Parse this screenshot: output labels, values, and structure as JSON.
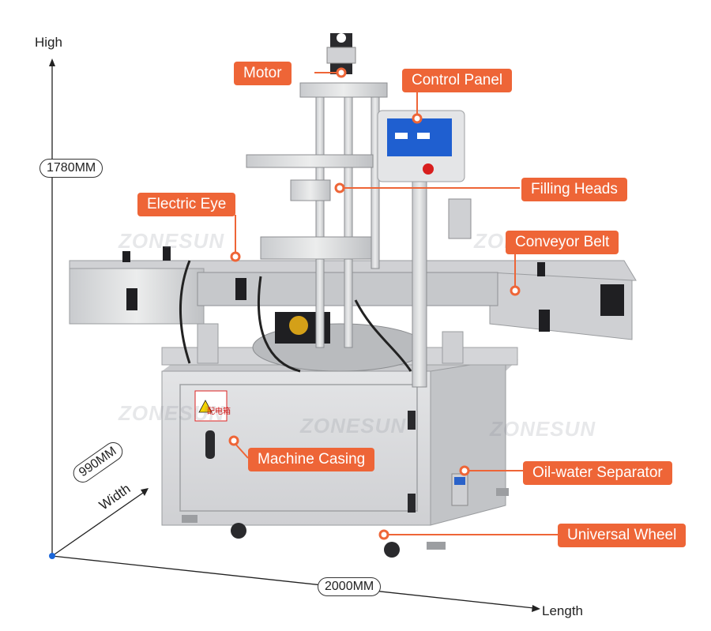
{
  "colors": {
    "accent": "#ee6537",
    "machine_body": "#d9dadc",
    "machine_dark": "#1f1f22",
    "panel_screen": "#1f5fd0"
  },
  "dimensions": {
    "high_label": "High",
    "height_value": "1780MM",
    "width_value": "990MM",
    "width_label": "Width",
    "length_value": "2000MM",
    "length_label": "Length"
  },
  "callouts": {
    "motor": "Motor",
    "control_panel": "Control Panel",
    "filling_heads": "Filling Heads",
    "electric_eye": "Electric Eye",
    "conveyor_belt": "Conveyor Belt",
    "machine_casing": "Machine Casing",
    "oil_water_separator": "Oil-water Separator",
    "universal_wheel": "Universal Wheel"
  },
  "watermark": "ZONESUN",
  "warning_sign": "配电箱"
}
